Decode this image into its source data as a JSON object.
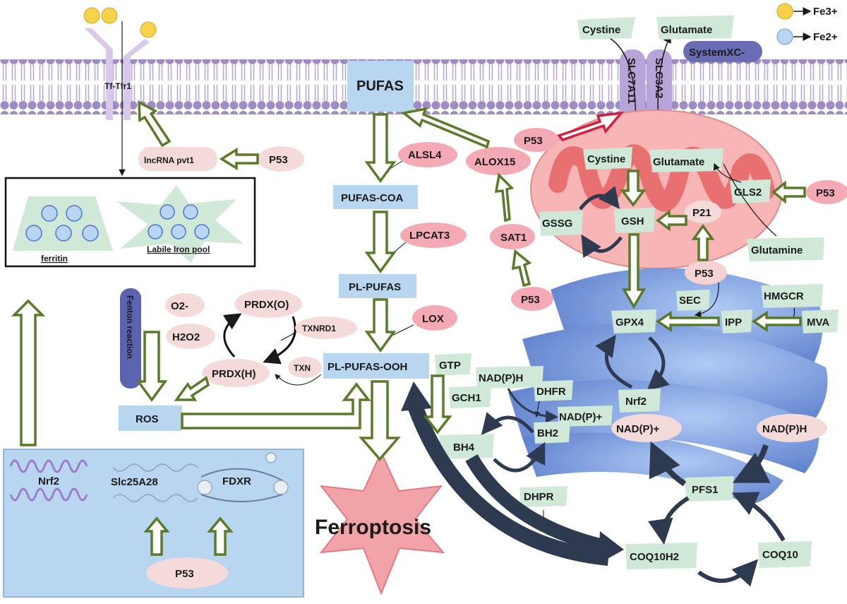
{
  "legend": {
    "fe3": "Fe3+",
    "fe2": "Fe2+"
  },
  "membrane": {
    "receptor": "Tf-Tfr1",
    "transporter_a": "SLC7A11",
    "transporter_b": "SLC3A2",
    "system": "SystemXC-"
  },
  "extracellular": {
    "cystine": "Cystine",
    "glutamate": "Glutamate"
  },
  "iron": {
    "lncrna": "lncRNA pvt1",
    "p53": "P53",
    "ferritin": "ferritin",
    "labile_pool": "Labile Iron pool",
    "fenton": "Fenton reaction",
    "o2": "O2-",
    "h2o2": "H2O2",
    "ros": "ROS"
  },
  "prdx": {
    "oxidized": "PRDX(O)",
    "reduced": "PRDX(H)",
    "txnrd1": "TXNRD1",
    "txn": "TXN"
  },
  "lipid": {
    "pufas": "PUFAS",
    "pufas_coa": "PUFAS-COA",
    "pl_pufas": "PL-PUFAS",
    "pl_pufas_ooh": "PL-PUFAS-OOH",
    "alsl4": "ALSL4",
    "lpcat3": "LPCAT3",
    "lox": "LOX",
    "alox15": "ALOX15",
    "sat1": "SAT1",
    "p53_sat1": "P53",
    "p53_slc": "P53"
  },
  "gsh": {
    "cystine": "Cystine",
    "glutamate": "Glutamate",
    "gls2": "GLS2",
    "p53_gls2": "P53",
    "gssg": "GSSG",
    "gsh": "GSH",
    "p21": "P21",
    "glutamine": "Glutamine",
    "p53": "P53",
    "sec": "SEC",
    "hmgcr": "HMGCR",
    "gpx4": "GPX4",
    "ipp": "IPP",
    "mva": "MVA",
    "nrf2": "Nrf2"
  },
  "bh4": {
    "gtp": "GTP",
    "gch1": "GCH1",
    "nadph": "NAD(P)H",
    "dhfr": "DHFR",
    "nadp": "NAD(P)+",
    "bh2": "BH2",
    "bh4": "BH4",
    "dhpr": "DHPR"
  },
  "coq": {
    "nadp": "NAD(P)+",
    "nadph": "NAD(P)H",
    "pfs1": "PFS1",
    "coq10h2": "COQ10H2",
    "coq10": "COQ10"
  },
  "nucleus": {
    "nrf2": "Nrf2",
    "slc25a28": "Slc25A28",
    "fdxr": "FDXR",
    "p53": "P53"
  },
  "outcome": "Ferroptosis",
  "colors": {
    "membrane": "#9f8cc4",
    "green_arrow": "#5a7a2a",
    "green_pill": "#cfe8d8",
    "pink_pill": "#f4aab4",
    "blue_box": "#b9d6f0",
    "dark_arrow": "#2e3a4f",
    "red_arrow": "#d21f3c"
  }
}
